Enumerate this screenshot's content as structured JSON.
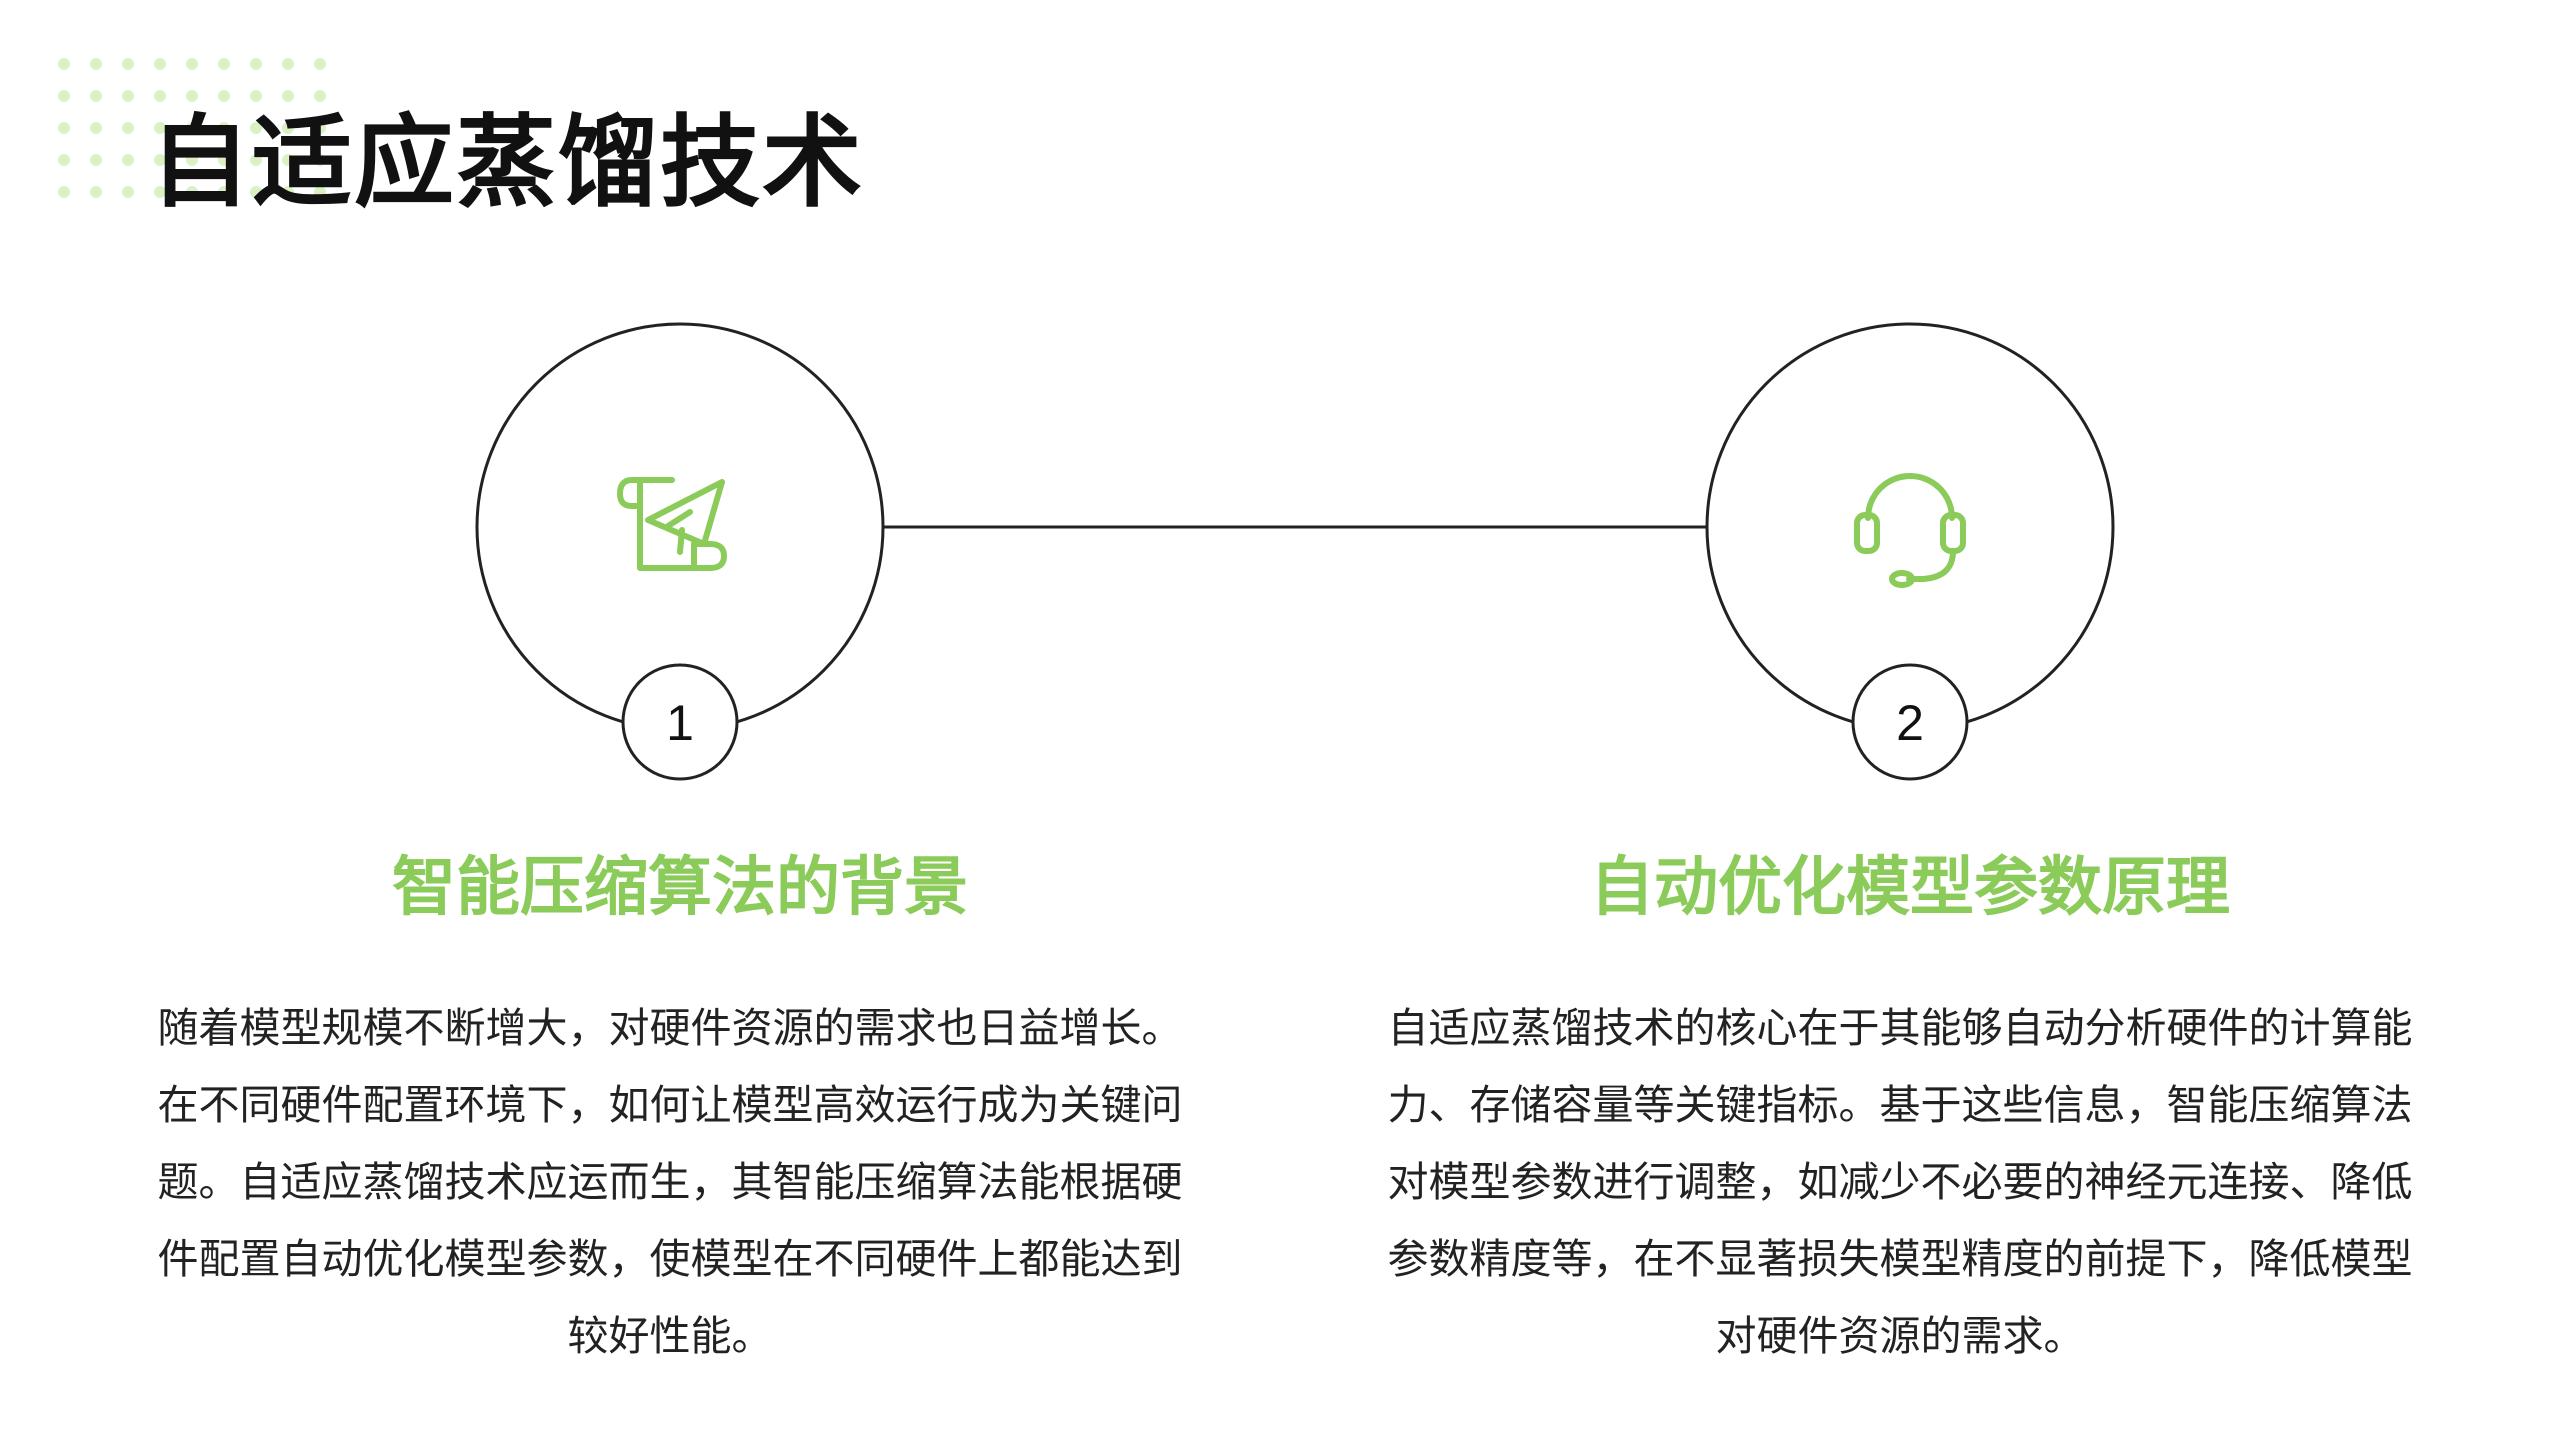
{
  "page": {
    "title": "自适应蒸馏技术"
  },
  "colors": {
    "accent_green": "#8BCB5A",
    "dot_green": "#DCEFC9",
    "line": "#222222",
    "title_text": "#111111",
    "body_text": "#222222"
  },
  "items": [
    {
      "number": "1",
      "icon": "paper-plane-scroll-icon",
      "title": "智能压缩算法的背景",
      "description": "随着模型规模不断增大，对硬件资源的需求也日益增长。在不同硬件配置环境下，如何让模型高效运行成为关键问题。自适应蒸馏技术应运而生，其智能压缩算法能根据硬件配置自动优化模型参数，使模型在不同硬件上都能达到较好性能。"
    },
    {
      "number": "2",
      "icon": "headset-icon",
      "title": "自动优化模型参数原理",
      "description": "自适应蒸馏技术的核心在于其能够自动分析硬件的计算能力、存储容量等关键指标。基于这些信息，智能压缩算法对模型参数进行调整，如减少不必要的神经元连接、降低参数精度等，在不显著损失模型精度的前提下，降低模型对硬件资源的需求。"
    }
  ]
}
